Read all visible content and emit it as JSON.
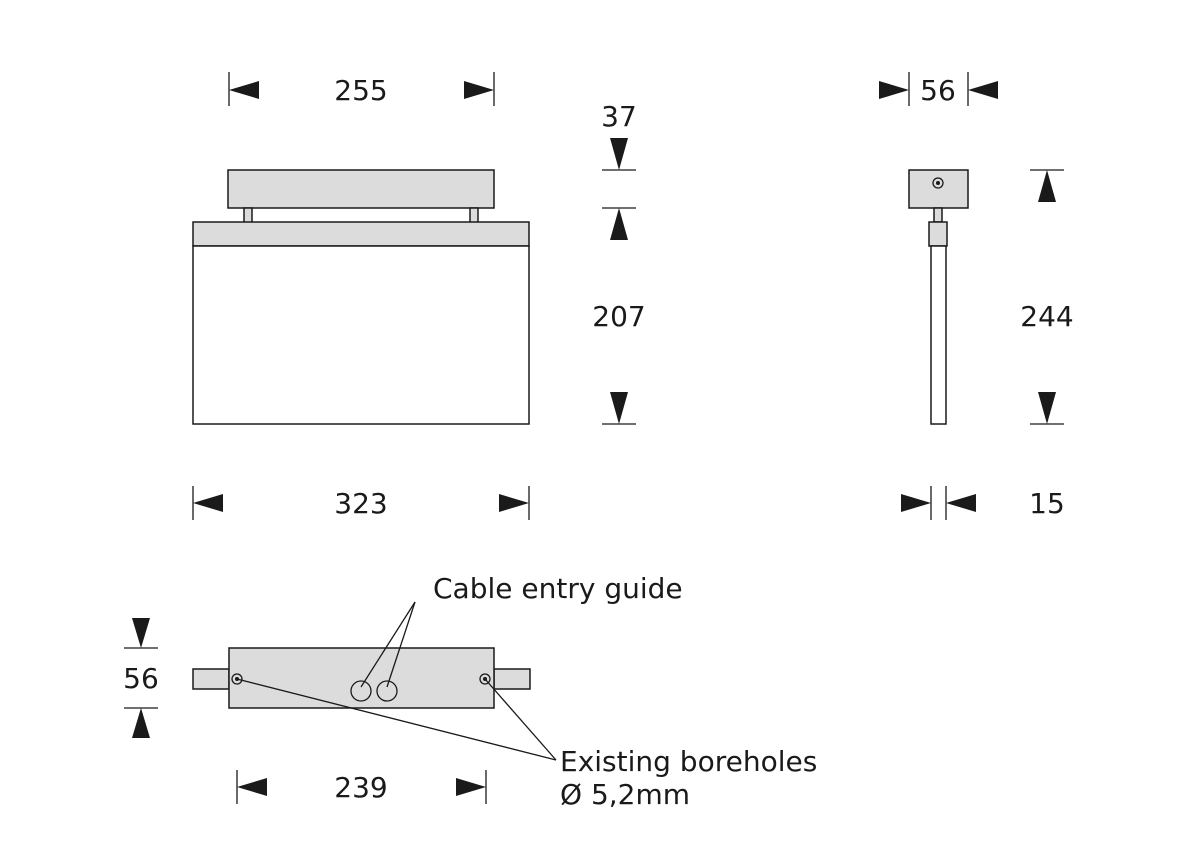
{
  "front_view": {
    "width_top": "255",
    "width_bottom": "323",
    "height_gap": "37",
    "height_panel": "207"
  },
  "side_view": {
    "depth_top": "56",
    "height_total": "244",
    "thickness": "15"
  },
  "bottom_view": {
    "depth": "56",
    "bore_spacing": "239",
    "cable_entry_label": "Cable entry guide",
    "boreholes_label_line1": "Existing boreholes",
    "boreholes_label_line2": "Ø 5,2mm"
  },
  "colors": {
    "line": "#1a1a1a",
    "fill_grey": "#dcdcdc"
  }
}
